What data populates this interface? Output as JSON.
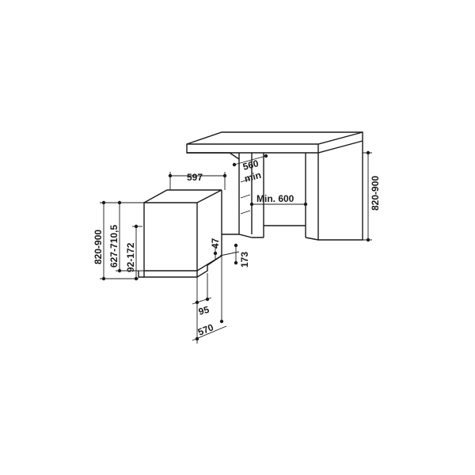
{
  "diagram": {
    "labels": {
      "dishwasher_width": "597",
      "cabinet_depth_min_value": "560",
      "cabinet_depth_min_unit": "min",
      "niche_width": "Min. 600",
      "niche_height": "820-900",
      "unit_height": "820-900",
      "door_height": "627-710,5",
      "plinth_height": "92-172",
      "plinth_gap": "47",
      "plinth_clearance": "173",
      "foot_offset": "95",
      "unit_depth": "570"
    }
  }
}
